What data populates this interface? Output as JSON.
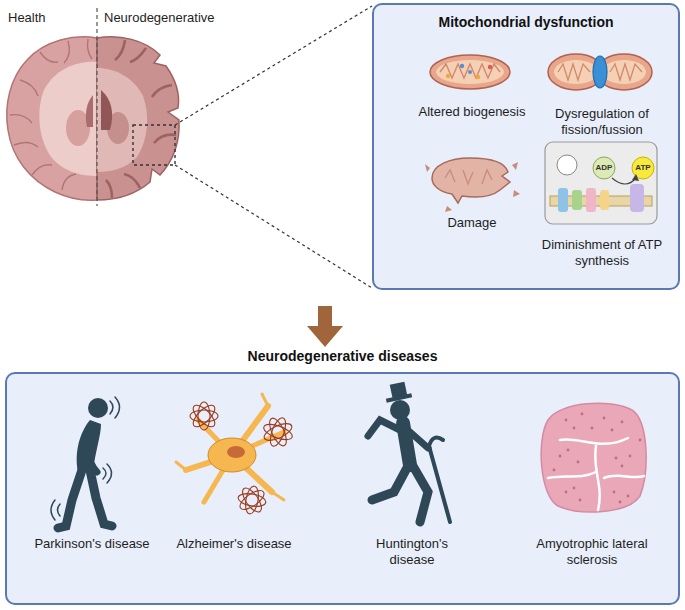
{
  "diagram": {
    "nodes": [
      {
        "text": [
          "Mitochondrial dysfunction",
          "Altered biogenesis",
          "Dysregulation of fission/fussion",
          "Damage",
          "Diminishment of ATP synthesis"
        ]
      },
      {
        "text": [
          "Neurodegenerative diseases",
          "Parkinson's disease",
          "Alzheimer's disease",
          "Huntington's disease",
          "Amyotrophic lateral sclerosis"
        ]
      }
    ],
    "labels": [
      "Health",
      "Neurodegenerative",
      "ADP",
      "ATP"
    ]
  }
}
